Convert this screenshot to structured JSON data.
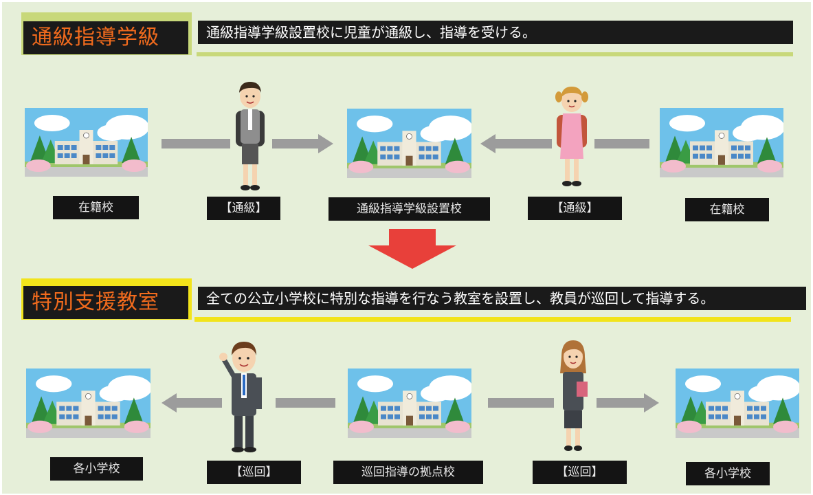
{
  "section1": {
    "title": "通級指導学級",
    "description": "通級指導学級設置校に児童が通級し、指導を受ける。",
    "labels": {
      "left_school": "在籍校",
      "left_commute": "【通級】",
      "center_school": "通級指導学級設置校",
      "right_commute": "【通級】",
      "right_school": "在籍校"
    }
  },
  "section2": {
    "title": "特別支援教室",
    "description": "全ての公立小学校に特別な指導を行なう教室を設置し、教員が巡回して指導する。",
    "labels": {
      "left_school": "各小学校",
      "left_patrol": "【巡回】",
      "center_school": "巡回指導の拠点校",
      "right_patrol": "【巡回】",
      "right_school": "各小学校"
    }
  },
  "colors": {
    "background": "#e6efd9",
    "title_text": "#f26b1d",
    "accent_green": "#c8d87a",
    "accent_yellow": "#f2e41a",
    "red_arrow": "#e8403a",
    "gray_arrow": "#9c9c9c"
  },
  "icons": [
    "school-building",
    "student-boy",
    "student-girl",
    "teacher-man",
    "teacher-woman",
    "down-arrow"
  ]
}
